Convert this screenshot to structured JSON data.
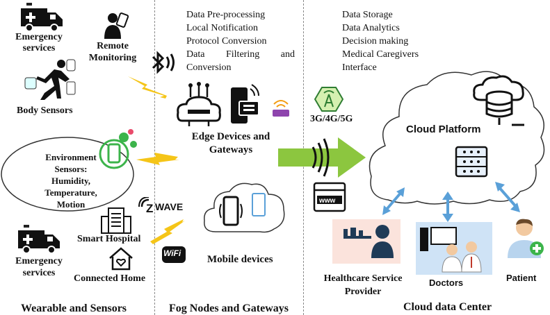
{
  "sections": {
    "wearable": "Wearable and Sensors",
    "fog": "Fog Nodes and Gateways",
    "cloud": "Cloud data Center"
  },
  "left": {
    "emergency_top": "Emergency services",
    "remote_monitoring": "Remote Monitoring",
    "body_sensors": "Body Sensors",
    "environment": "Environment Sensors: Humidity, Temperature, Motion",
    "emergency_bottom": "Emergency services",
    "smart_hospital": "Smart Hospital",
    "connected_home": "Connected Home",
    "zwave": "WAVE",
    "wifi": "WiFi"
  },
  "fog": {
    "functions": [
      "Data Pre-processing",
      "Local Notification",
      "Protocol Conversion"
    ],
    "filtering_a": "Data",
    "filtering_b": "Filtering",
    "filtering_c": "and",
    "filtering_d": "Conversion",
    "edge_devices": "Edge Devices and Gateways",
    "mobile_devices": "Mobile devices"
  },
  "cloud": {
    "functions": [
      "Data Storage",
      "Data Analytics",
      "Decision making",
      "Medical Caregivers",
      "Interface"
    ],
    "network": "3G/4G/5G",
    "www": "www",
    "platform": "Cloud Platform",
    "healthcare": "Healthcare Service Provider",
    "doctors": "Doctors",
    "patient": "Patient"
  },
  "colors": {
    "arrow_green": "#8cc63f",
    "arrow_blue": "#5aa0d8",
    "bolt_yellow": "#f5c518",
    "cloud_stroke": "#333333"
  }
}
